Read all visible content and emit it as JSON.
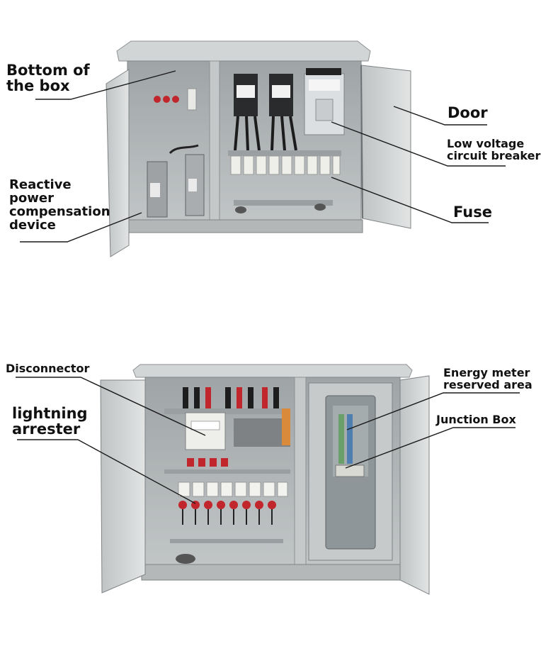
{
  "top": {
    "labels": {
      "bottom_of_box": [
        "Bottom of",
        "the box"
      ],
      "reactive": [
        "Reactive",
        "power",
        "compensation",
        "device"
      ],
      "door": "Door",
      "low_voltage": [
        "Low voltage",
        "circuit breaker"
      ],
      "fuse": "Fuse"
    }
  },
  "bottom": {
    "labels": {
      "disconnector": "Disconnector",
      "lightning": [
        "lightning",
        "arrester"
      ],
      "energy_meter": [
        "Energy meter",
        "reserved area"
      ],
      "junction_box": "Junction Box"
    }
  },
  "colors": {
    "steel": "#c9cccd",
    "steel_dark": "#8e9294",
    "interior": "#b5b9ba",
    "red": "#c0262b",
    "black": "#1d1d1d",
    "white_part": "#f2f2ef"
  }
}
